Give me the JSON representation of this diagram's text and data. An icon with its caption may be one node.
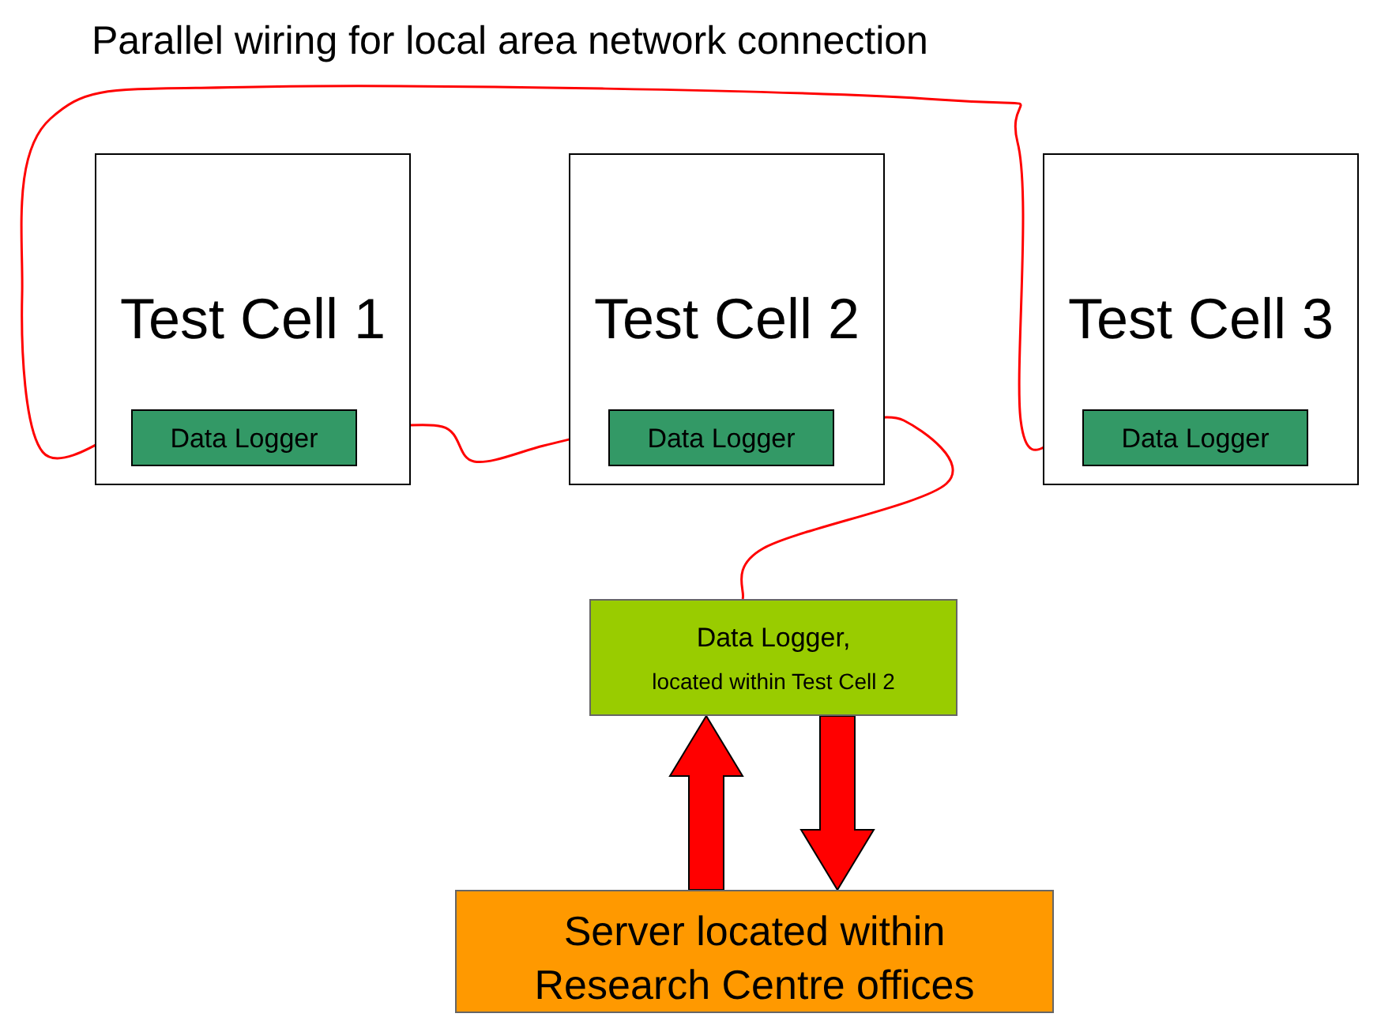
{
  "diagram": {
    "title": "Parallel wiring for local area network connection",
    "nodes": [
      {
        "text": [
          "Test Cell 1"
        ]
      },
      {
        "text": [
          "Data Logger"
        ],
        "in": 0
      },
      {
        "text": [
          "Test Cell 2"
        ]
      },
      {
        "text": [
          "Data Logger"
        ],
        "in": 2
      },
      {
        "text": [
          "Test Cell 3"
        ]
      },
      {
        "text": [
          "Data Logger"
        ],
        "in": 4
      },
      {
        "text": [
          "Data Logger,",
          "located within Test Cell 2"
        ]
      },
      {
        "text": [
          "Server located within Research Centre offices"
        ]
      }
    ],
    "edges": [
      {
        "from": 1,
        "to": 3,
        "arrow": "none"
      },
      {
        "from": 3,
        "to": 6,
        "arrow": "none"
      },
      {
        "from": 1,
        "to": 5,
        "arrow": "none"
      },
      {
        "from": 7,
        "to": 6,
        "arrow": "to",
        "style": "thick"
      },
      {
        "from": 6,
        "to": 7,
        "arrow": "to",
        "style": "thick"
      }
    ]
  }
}
